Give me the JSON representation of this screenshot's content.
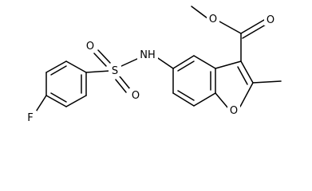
{
  "molecule": {
    "atoms": {
      "fluorine": "F",
      "sulfur": "S",
      "sulfonyl_oxygen_upper": "O",
      "sulfonyl_oxygen_lower": "O",
      "amine_nitrogen": "NH",
      "ester_carbonyl_oxygen": "O",
      "ester_ether_oxygen": "O",
      "furan_oxygen": "O"
    }
  }
}
